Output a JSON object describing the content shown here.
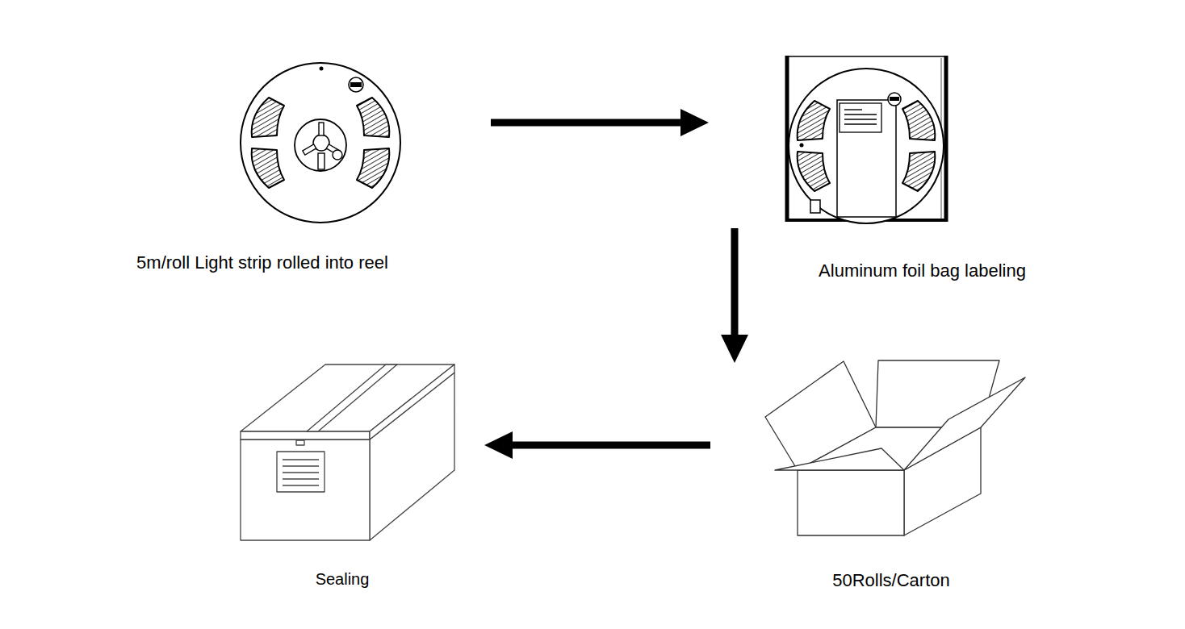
{
  "diagram": {
    "nodes": [
      {
        "text": [
          "5m/roll Light strip rolled into reel"
        ]
      },
      {
        "text": [
          "Aluminum foil bag labeling"
        ]
      },
      {
        "text": [
          "50Rolls/Carton"
        ]
      },
      {
        "text": [
          "Sealing"
        ]
      }
    ],
    "edges": [
      {
        "from": 0,
        "to": 1,
        "arrow": "to"
      },
      {
        "from": 1,
        "to": 2,
        "arrow": "to"
      },
      {
        "from": 2,
        "to": 3,
        "arrow": "to"
      }
    ]
  }
}
